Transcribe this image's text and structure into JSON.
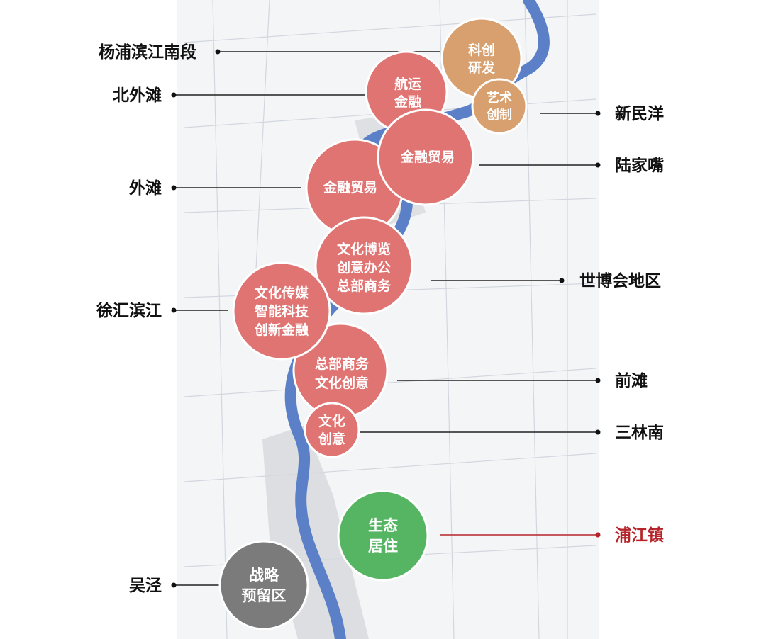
{
  "colors": {
    "finance": "#e07472",
    "tech": "#d9a06f",
    "eco": "#55b562",
    "reserve": "#7b7b7b",
    "river": "#5b80c8",
    "highlight": "#b5242a"
  },
  "left_labels": [
    "杨浦滨江南段",
    "北外滩",
    "外滩",
    "徐汇滨江",
    "吴泾"
  ],
  "right_labels": [
    "新民洋",
    "陆家嘴",
    "世博会地区",
    "前滩",
    "三林南",
    "浦江镇"
  ],
  "bubbles": {
    "kechuang": [
      "科创",
      "研发"
    ],
    "yishu": [
      "艺术",
      "创制"
    ],
    "hangyun": [
      "航运",
      "金融"
    ],
    "lujiazui": [
      "金融贸易"
    ],
    "waitan": [
      "金融贸易"
    ],
    "shibo": [
      "文化博览",
      "创意办公",
      "总部商务"
    ],
    "xuhui": [
      "文化传媒",
      "智能科技",
      "创新金融"
    ],
    "qiantan": [
      "总部商务",
      "文化创意"
    ],
    "sanlin": [
      "文化",
      "创意"
    ],
    "pujiang": [
      "生态",
      "居住"
    ],
    "wujing": [
      "战略",
      "预留区"
    ]
  }
}
